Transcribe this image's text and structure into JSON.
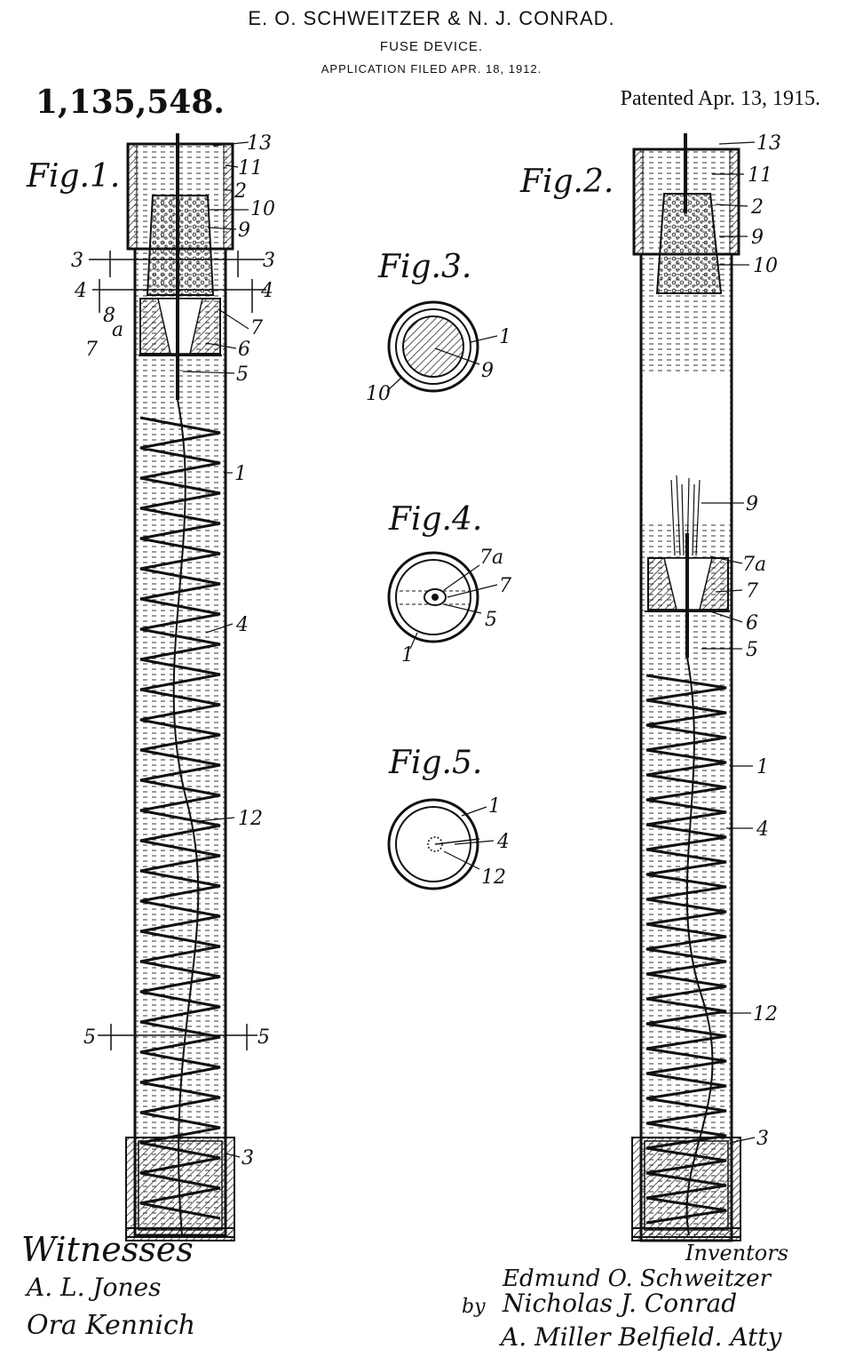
{
  "header": {
    "inventors": "E. O. SCHWEITZER & N. J. CONRAD.",
    "title": "FUSE DEVICE.",
    "filed": "APPLICATION FILED APR. 18, 1912.",
    "patent_number": "1,135,548.",
    "patented": "Patented Apr. 13, 1915."
  },
  "figures": {
    "fig1": "Fig.1.",
    "fig2": "Fig.2.",
    "fig3": "Fig.3.",
    "fig4": "Fig.4.",
    "fig5": "Fig.5."
  },
  "labels": {
    "n1": "1",
    "n2": "2",
    "n3": "3",
    "n4": "4",
    "n5": "5",
    "n6": "6",
    "n7": "7",
    "n7a": "7a",
    "n8": "8",
    "n8a": "a",
    "n9": "9",
    "n10": "10",
    "n11": "11",
    "n12": "12",
    "n13": "13"
  },
  "signatures": {
    "witnesses_heading": "Witnesses",
    "witness1": "A. L. Jones",
    "witness2": "Ora Kennich",
    "inventors_heading": "Inventors",
    "inventor1": "Edmund O. Schweitzer",
    "inventor2": "Nicholas J. Conrad",
    "by": "by",
    "attorney": "A. Miller Belfield. Atty"
  }
}
